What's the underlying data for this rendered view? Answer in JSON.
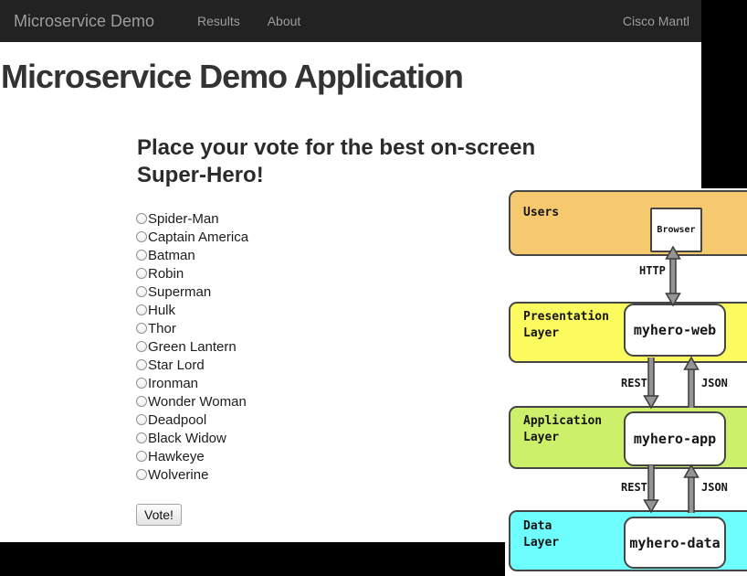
{
  "navbar": {
    "brand": "Microservice Demo",
    "links": [
      "Results",
      "About"
    ],
    "right_label": "Cisco Mantl",
    "bg_color": "#222222",
    "text_color": "#9d9d9d"
  },
  "main": {
    "title": "Microservice Demo Application",
    "prompt_line1": "Place your vote for the best on-screen",
    "prompt_line2": "Super-Hero!",
    "heroes": [
      "Spider-Man",
      "Captain America",
      "Batman",
      "Robin",
      "Superman",
      "Hulk",
      "Thor",
      "Green Lantern",
      "Star Lord",
      "Ironman",
      "Wonder Woman",
      "Deadpool",
      "Black Widow",
      "Hawkeye",
      "Wolverine"
    ],
    "vote_label": "Vote!"
  },
  "diagram": {
    "layers": [
      {
        "lines": [
          "Users"
        ],
        "node": "Browser",
        "fill": "#f7c96e"
      },
      {
        "lines": [
          "Presentation",
          "Layer"
        ],
        "node": "myhero-web",
        "fill": "#fbfb5f"
      },
      {
        "lines": [
          "Application",
          "Layer"
        ],
        "node": "myhero-app",
        "fill": "#cdf06b"
      },
      {
        "lines": [
          "Data",
          "Layer"
        ],
        "node": "myhero-data",
        "fill": "#6ffefe"
      }
    ],
    "connections": [
      {
        "label": "HTTP"
      },
      {
        "down": "REST",
        "up": "JSON"
      },
      {
        "down": "REST",
        "up": "JSON"
      }
    ]
  }
}
